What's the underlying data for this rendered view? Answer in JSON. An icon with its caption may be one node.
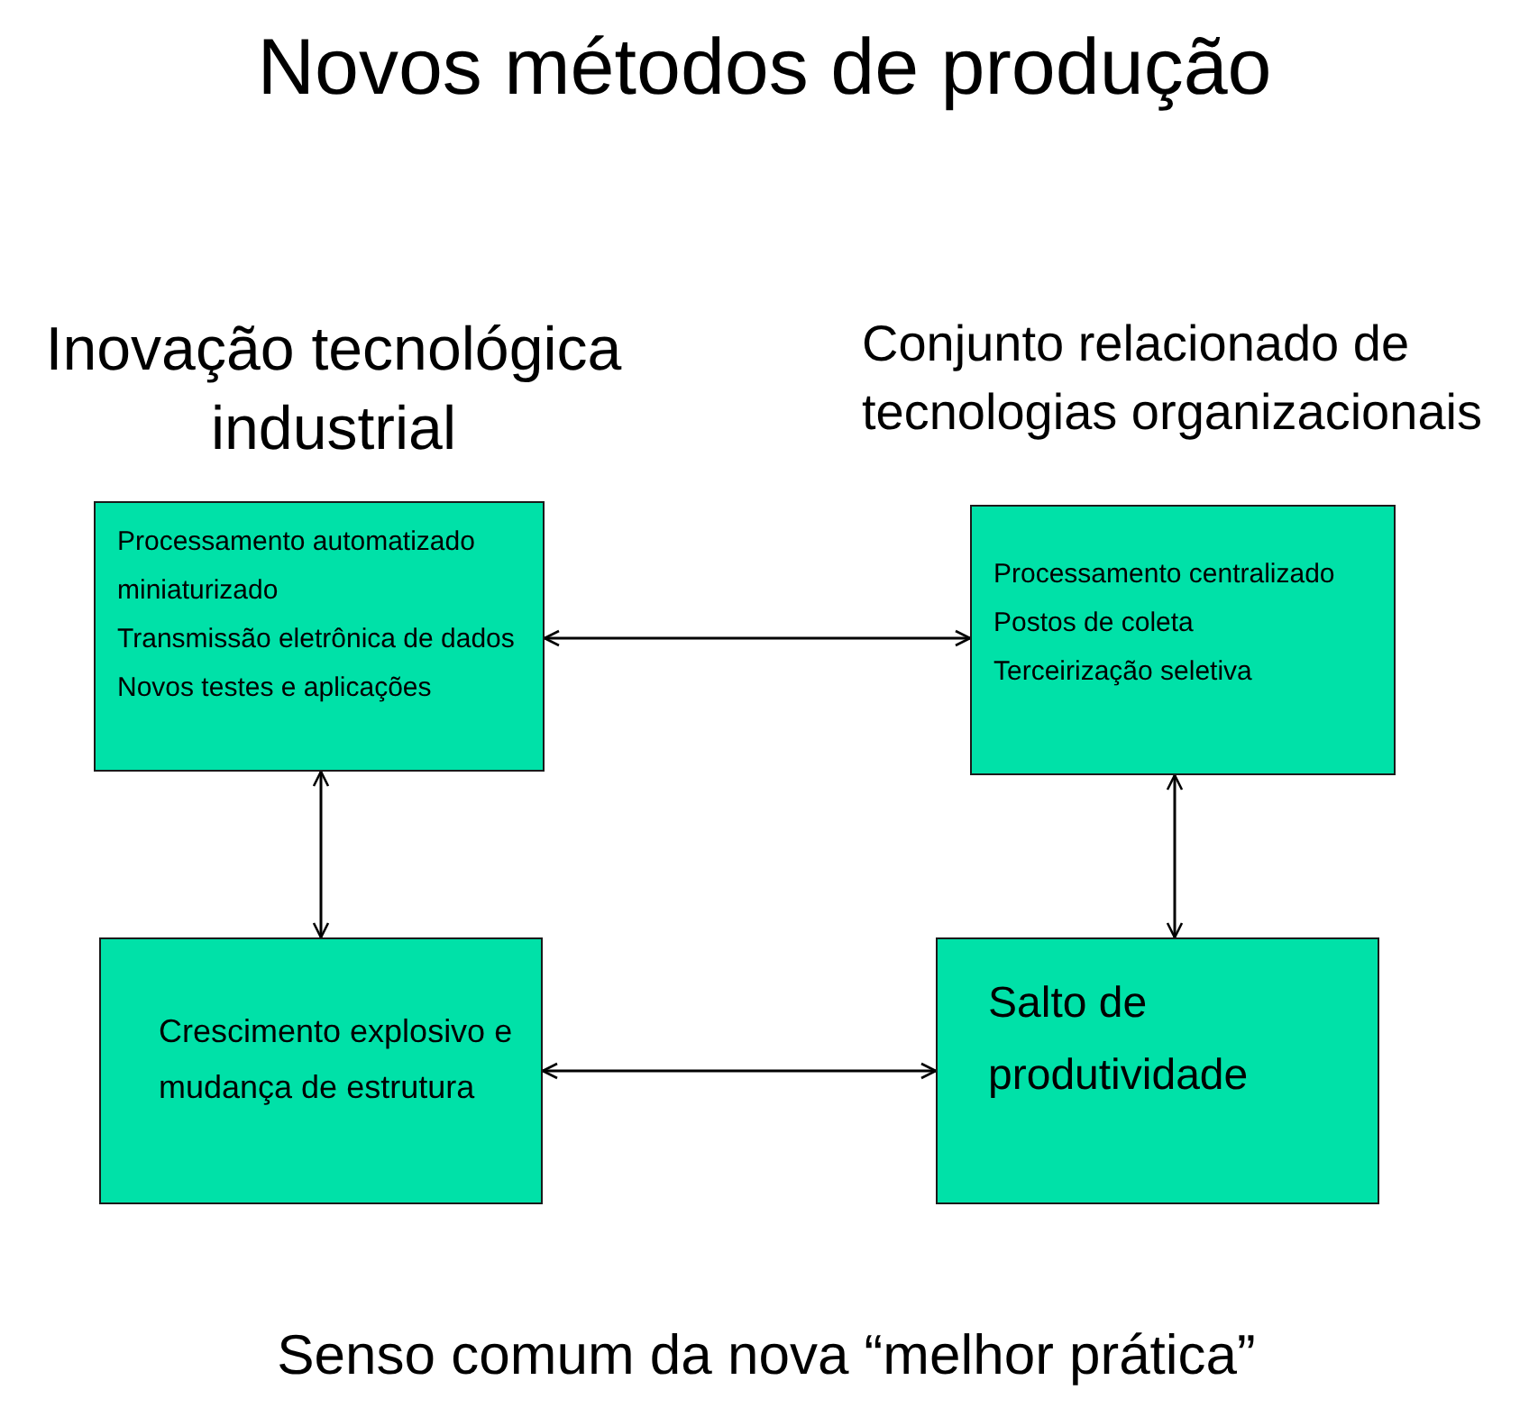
{
  "diagram": {
    "title": "Novos métodos de produção",
    "nodes": [
      {
        "text": [
          "Processamento automatizado miniaturizado",
          "Transmissão eletrônica de dados",
          "Novos testes e aplicações"
        ]
      },
      {
        "text": [
          "Processamento centralizado",
          "Postos de coleta",
          "Terceirização seletiva"
        ]
      },
      {
        "text": [
          "Crescimento explosivo e mudança de estrutura"
        ]
      },
      {
        "text": [
          "Salto de produtividade"
        ]
      }
    ],
    "edges": [
      {
        "from": 0,
        "to": 1,
        "arrow": "both"
      },
      {
        "from": 0,
        "to": 2,
        "arrow": "both"
      },
      {
        "from": 1,
        "to": 3,
        "arrow": "both"
      },
      {
        "from": 2,
        "to": 3,
        "arrow": "both"
      }
    ],
    "labels": [
      "Inovação tecnológica industrial",
      "Conjunto relacionado de tecnologias organizacionais",
      "Senso comum da nova “melhor prática”"
    ]
  }
}
